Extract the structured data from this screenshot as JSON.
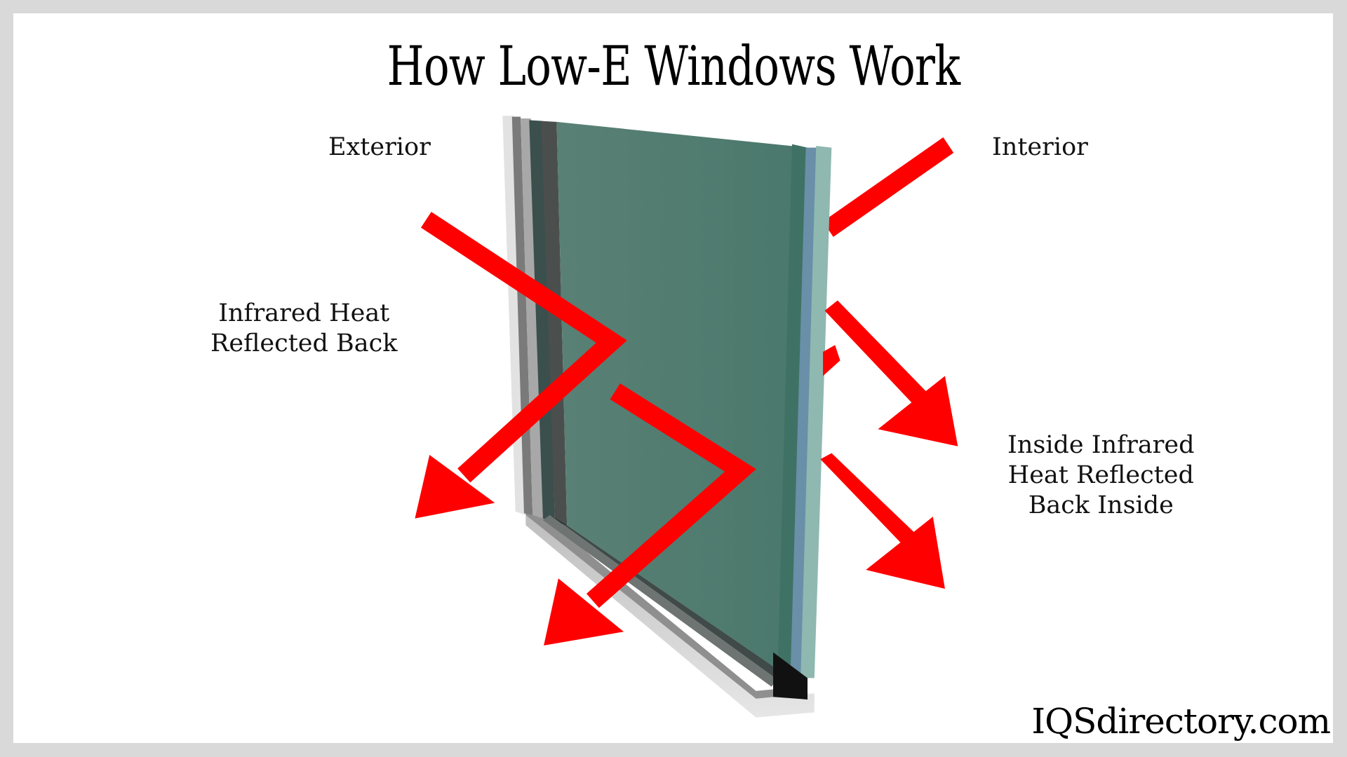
{
  "title": "How Low-E Windows Work",
  "labels": {
    "exterior": "Exterior",
    "interior": "Interior",
    "infrared_line1": "Infrared Heat",
    "infrared_line2": "Reflected Back",
    "inside_line1": "Inside Infrared",
    "inside_line2": "Heat Reflected",
    "inside_line3": "Back Inside"
  },
  "brand": "IQSdirectory.com",
  "colors": {
    "frame_border": "#d9d9d9",
    "background": "#ffffff",
    "arrow": "#ff0000",
    "glass": "#4f7d72",
    "glass_edge_blue": "#6a8fa8",
    "glass_edge_teal": "#8fb8b0",
    "frame_gray": "#9a9a9a"
  },
  "diagram": {
    "object": "double-pane low-e window glass in sill frame",
    "arrows": [
      {
        "id": "exterior-reflected",
        "description": "enters from exterior, reflects off glass back outward"
      },
      {
        "id": "exterior-reflected-lower",
        "description": "second ray reflected back to exterior"
      },
      {
        "id": "interior-incoming",
        "description": "heat ray approaching from interior side"
      },
      {
        "id": "inside-reflected-upper",
        "description": "inside infrared reflected back inside"
      },
      {
        "id": "inside-reflected-lower",
        "description": "inside infrared reflected back inside (lower)"
      }
    ]
  }
}
